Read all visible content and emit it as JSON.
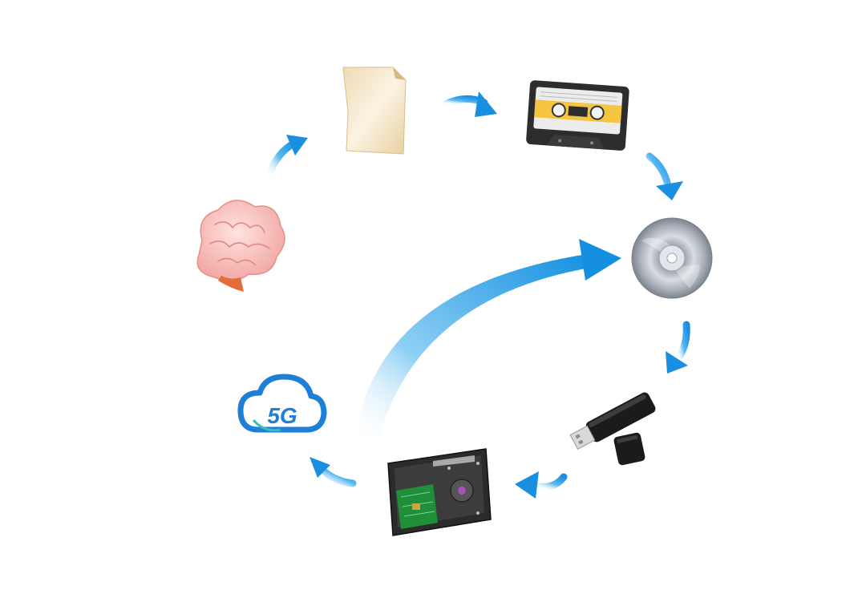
{
  "diagram": {
    "nodes": [
      {
        "id": "brain",
        "icon": "brain-icon"
      },
      {
        "id": "paper",
        "icon": "paper-icon"
      },
      {
        "id": "cassette",
        "icon": "cassette-tape-icon"
      },
      {
        "id": "cd",
        "icon": "cd-disc-icon"
      },
      {
        "id": "usb",
        "icon": "usb-drive-icon"
      },
      {
        "id": "hdd",
        "icon": "hard-drive-icon"
      },
      {
        "id": "cloud",
        "icon": "cloud-5g-icon",
        "label": "5G"
      }
    ],
    "flow": [
      "brain",
      "paper",
      "cassette",
      "cd",
      "usb",
      "hdd",
      "cloud"
    ],
    "return_arrow": {
      "from": "cloud",
      "to": "cd"
    },
    "colors": {
      "arrow": "#1a8fe0",
      "arrow_light": "#bfe4ff",
      "cloud": "#1e7fd6",
      "cloud_accent": "#35c3b0",
      "brain": "#f6b8b4",
      "paper": "#f5e6c8",
      "cassette_label": "#f5c542",
      "disc": "#c9ccd1",
      "usb": "#1b1b1b",
      "hdd_board": "#1f8f3a"
    }
  }
}
